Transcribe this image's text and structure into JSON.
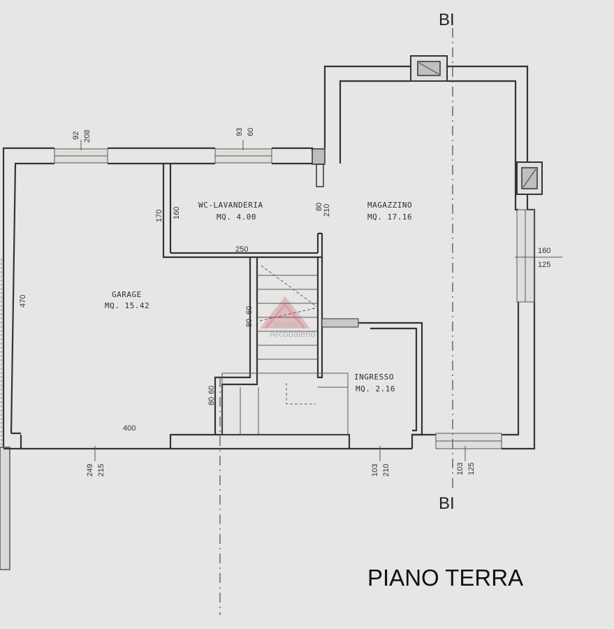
{
  "section": {
    "marker_top": "BI",
    "marker_bottom": "BI"
  },
  "floor_title": "PIANO TERRA",
  "rooms": {
    "garage": {
      "name": "GARAGE",
      "area": "MQ. 15.42"
    },
    "wc": {
      "name": "WC-LAVANDERIA",
      "area": "MQ. 4.00"
    },
    "magazzino": {
      "name": "MAGAZZINO",
      "area": "MQ. 17.16"
    },
    "ingresso": {
      "name": "INGRESSO",
      "area": "MQ. 2.16"
    }
  },
  "dimensions": {
    "garage_window_width": "92",
    "garage_window_height": "208",
    "wc_window_width": "93",
    "wc_window_height": "60",
    "wc_height_outer": "170",
    "wc_height_inner": "160",
    "wc_door_width": "80",
    "wc_door_height": "210",
    "wc_width": "250",
    "magazzino_window_width": "160",
    "magazzino_window_height": "125",
    "garage_depth": "470",
    "stair_door_width": "80",
    "stair_door_height": "60",
    "lower_door_width": "80",
    "lower_door_height": "60",
    "garage_width": "400",
    "garage_door_width": "249",
    "garage_door_height": "215",
    "entry_door_width": "103",
    "entry_door_height": "210",
    "front_window_width": "103",
    "front_window_height": "125"
  },
  "watermark": {
    "line1": "Immob",
    "line2": "Arcobaleno"
  },
  "colors": {
    "paper": "#e6e6e4",
    "ink": "#333333",
    "watermark": "#c23a4a"
  }
}
